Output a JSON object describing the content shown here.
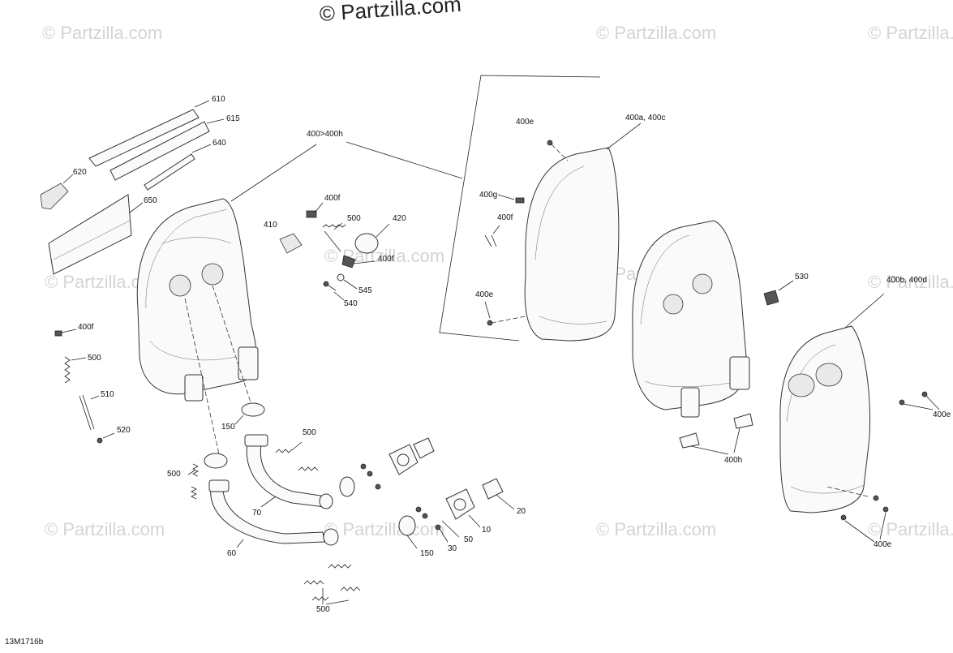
{
  "watermark": {
    "main": "© Partzilla.com",
    "repeat": "© Partzilla.com"
  },
  "diagram_code": "13M1716b",
  "callouts": {
    "c610": "610",
    "c615": "615",
    "c640": "640",
    "c620": "620",
    "c650": "650",
    "c400_400h": "400>400h",
    "c400f_a": "400f",
    "c410": "410",
    "c500_a": "500",
    "c420": "420",
    "c400f_b": "400f",
    "c545": "545",
    "c540": "540",
    "c400f_left": "400f",
    "c500_left": "500",
    "c510": "510",
    "c520": "520",
    "c150_a": "150",
    "c500_b": "500",
    "c500_c": "500",
    "c70": "70",
    "c60": "60",
    "c500_bottom": "500",
    "c150_b": "150",
    "c30": "30",
    "c50": "50",
    "c10": "10",
    "c20": "20",
    "c400e_a": "400e",
    "c400a_400c": "400a, 400c",
    "c400g": "400g",
    "c400f_c": "400f",
    "c400e_b": "400e",
    "c530": "530",
    "c400b_400d": "400b, 400d",
    "c400e_c": "400e",
    "c400h": "400h",
    "c400e_d": "400e"
  }
}
